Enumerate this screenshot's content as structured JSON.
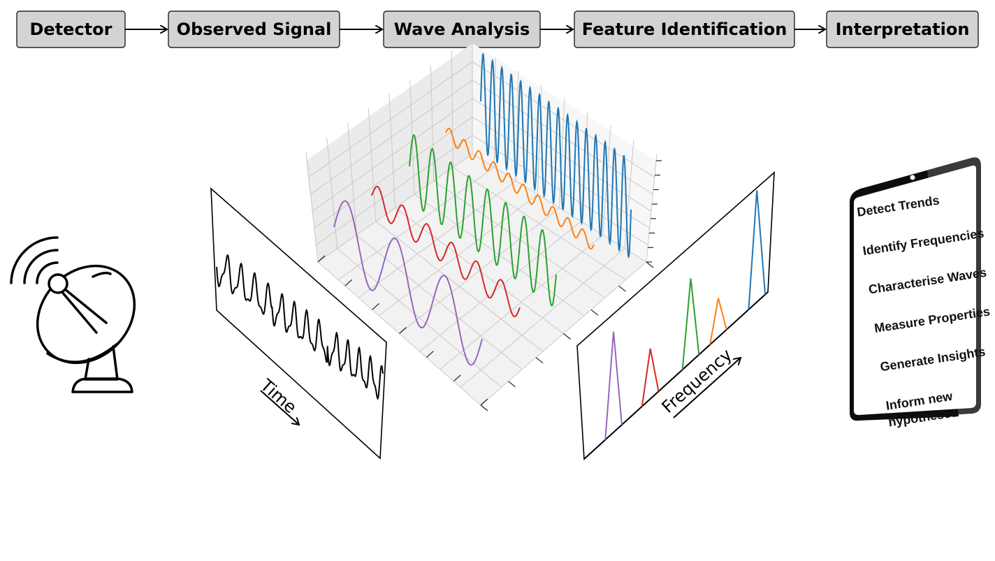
{
  "pipeline": {
    "steps": [
      {
        "label": "Detector"
      },
      {
        "label": "Observed Signal"
      },
      {
        "label": "Wave Analysis"
      },
      {
        "label": "Feature Identification"
      },
      {
        "label": "Interpretation"
      }
    ]
  },
  "time_panel": {
    "axis_label": "Time"
  },
  "frequency_panel": {
    "axis_label": "Frequency"
  },
  "tablet": {
    "items": [
      {
        "text": "Detect Trends"
      },
      {
        "text": "Identify Frequencies"
      },
      {
        "text": "Characterise Waves"
      },
      {
        "text": "Measure Properties"
      },
      {
        "text": "Generate Insights"
      },
      {
        "text": "Inform new"
      },
      {
        "text": "hypotheses"
      }
    ]
  },
  "colors": {
    "step_fill": "#d3d3d3",
    "blue": "#1f77b4",
    "orange": "#ff7f0e",
    "green": "#2ca02c",
    "red": "#d62728",
    "purple": "#9467bd"
  },
  "icons": {
    "detector": "satellite-dish-icon",
    "device": "tablet-icon"
  },
  "chart_data": {
    "type": "line",
    "series": [
      {
        "color": "#1f77b4",
        "cycles": 16,
        "amplitude": 1.0
      },
      {
        "color": "#ff7f0e",
        "cycles": 10,
        "amplitude": 0.45
      },
      {
        "color": "#2ca02c",
        "cycles": 8,
        "amplitude": 0.85
      },
      {
        "color": "#d62728",
        "cycles": 6,
        "amplitude": 0.6
      },
      {
        "color": "#9467bd",
        "cycles": 3,
        "amplitude": 1.0
      }
    ],
    "spectrum_peaks": [
      {
        "color": "#9467bd",
        "height": 0.9
      },
      {
        "color": "#d62728",
        "height": 0.45
      },
      {
        "color": "#2ca02c",
        "height": 0.75
      },
      {
        "color": "#ff7f0e",
        "height": 0.35
      },
      {
        "color": "#1f77b4",
        "height": 1.0
      }
    ]
  }
}
